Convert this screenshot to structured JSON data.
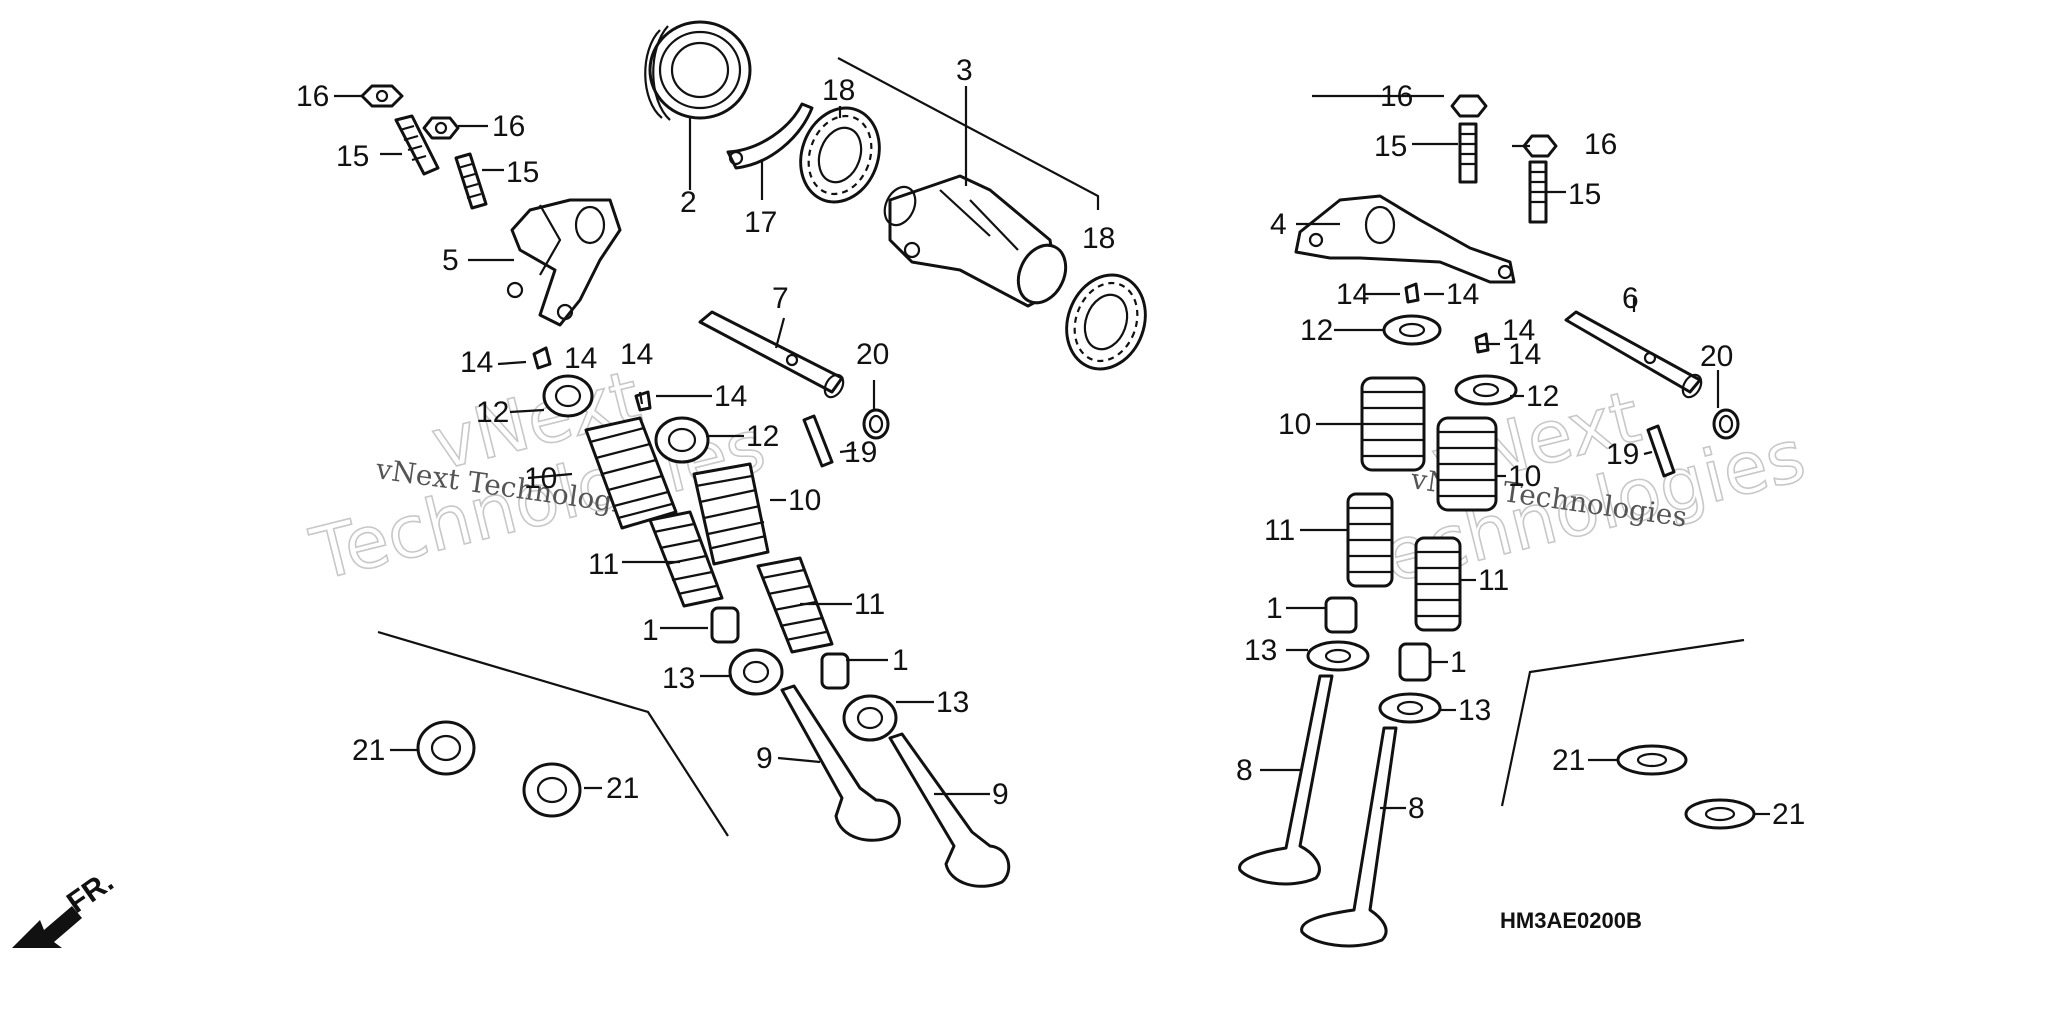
{
  "watermark": {
    "big_line1": "vNext",
    "big_line2": "Technologies",
    "small": "vNext Technologies"
  },
  "diagram_code": "HM3AE0200B",
  "front_marker": "FR.",
  "callouts": {
    "c1": "1",
    "c2": "2",
    "c3": "3",
    "c4": "4",
    "c5": "5",
    "c6": "6",
    "c7": "7",
    "c8": "8",
    "c9": "9",
    "c10": "10",
    "c11": "11",
    "c12": "12",
    "c13": "13",
    "c14": "14",
    "c15": "15",
    "c16": "16",
    "c17": "17",
    "c18": "18",
    "c19": "19",
    "c20": "20",
    "c21": "21"
  }
}
